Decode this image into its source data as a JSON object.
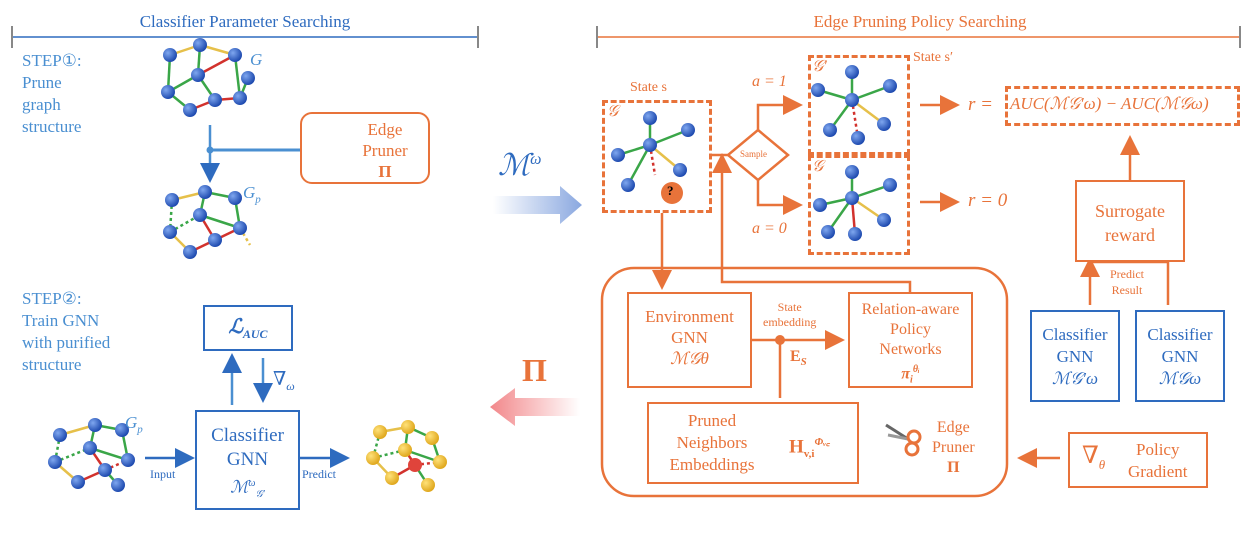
{
  "headers": {
    "left": "Classifier Parameter Searching",
    "right": "Edge Pruning Policy Searching"
  },
  "steps": {
    "step1_l1": "STEP①:",
    "step1_l2": "Prune",
    "step1_l3": "graph",
    "step1_l4": "structure",
    "step2_l1": "STEP②:",
    "step2_l2": "Train GNN",
    "step2_l3": "with purified",
    "step2_l4": "structure"
  },
  "left": {
    "graph_g": "G",
    "graph_gp": "G",
    "graph_gp_sub": "p",
    "graph_gp2": "G",
    "graph_gp2_sub": "p",
    "edge_pruner_l1": "Edge",
    "edge_pruner_l2": "Pruner",
    "edge_pruner_l3": "Π",
    "loss_label": "ℒ",
    "loss_sub": "AUC",
    "grad_omega": "∇",
    "grad_omega_sub": "ω",
    "classifier_l1": "Classifier",
    "classifier_l2": "GNN",
    "classifier_math": "ℳ",
    "classifier_math_sup": "ω",
    "classifier_math_sub": "𝒢′",
    "input_label": "Input",
    "predict_label": "Predict"
  },
  "middle": {
    "m_omega": "ℳ",
    "m_omega_sup": "ω",
    "pi": "Π"
  },
  "right": {
    "state_s": "State s",
    "state_s_prime": "State s′",
    "g_cal": "𝒢",
    "g_cal_prime": "𝒢′",
    "g_cal2": "𝒢",
    "a1": "a = 1",
    "a0": "a = 0",
    "sample": "Sample",
    "reward_eq": "r = AUC(ℳ",
    "reward_full": "AUC(ℳ𝒢′ω) − AUC(ℳ𝒢ω)",
    "r_label": "r =",
    "r_zero": "r = 0",
    "surrogate_l1": "Surrogate",
    "surrogate_l2": "reward",
    "predict_result_l1": "Predict",
    "predict_result_l2": "Result",
    "env_l1": "Environment",
    "env_l2": "GNN",
    "env_math": "ℳ𝒢θ",
    "state_emb_l1": "State",
    "state_emb_l2": "embedding",
    "es_label": "E",
    "es_sub": "S",
    "rel_l1": "Relation-aware",
    "rel_l2": "Policy",
    "rel_l3": "Networks",
    "rel_math": "π",
    "rel_math_sub": "i",
    "rel_math_sup": "θᵢ",
    "pruned_l1": "Pruned",
    "pruned_l2": "Neighbors",
    "pruned_l3": "Embeddings",
    "h_math": "H",
    "h_sub": "v,i",
    "h_sup": "Φᵥ꜀",
    "edge_pruner_l1": "Edge",
    "edge_pruner_l2": "Pruner",
    "edge_pruner_l3": "Π",
    "clf1_l1": "Classifier",
    "clf1_l2": "GNN",
    "clf1_math": "ℳ𝒢′ω",
    "clf2_l1": "Classifier",
    "clf2_l2": "GNN",
    "clf2_math": "ℳ𝒢ω",
    "policy_grad_sym": "∇",
    "policy_grad_sub": "θ",
    "policy_grad_l1": "Policy",
    "policy_grad_l2": "Gradient",
    "question": "?"
  },
  "colors": {
    "blue": "#2e6bbf",
    "light_blue": "#4a8fd1",
    "orange": "#e8733a",
    "node_blue": "#2f5fc4",
    "edge_green": "#3aa648",
    "edge_red": "#d2322d",
    "edge_yellow": "#e6c04a"
  }
}
